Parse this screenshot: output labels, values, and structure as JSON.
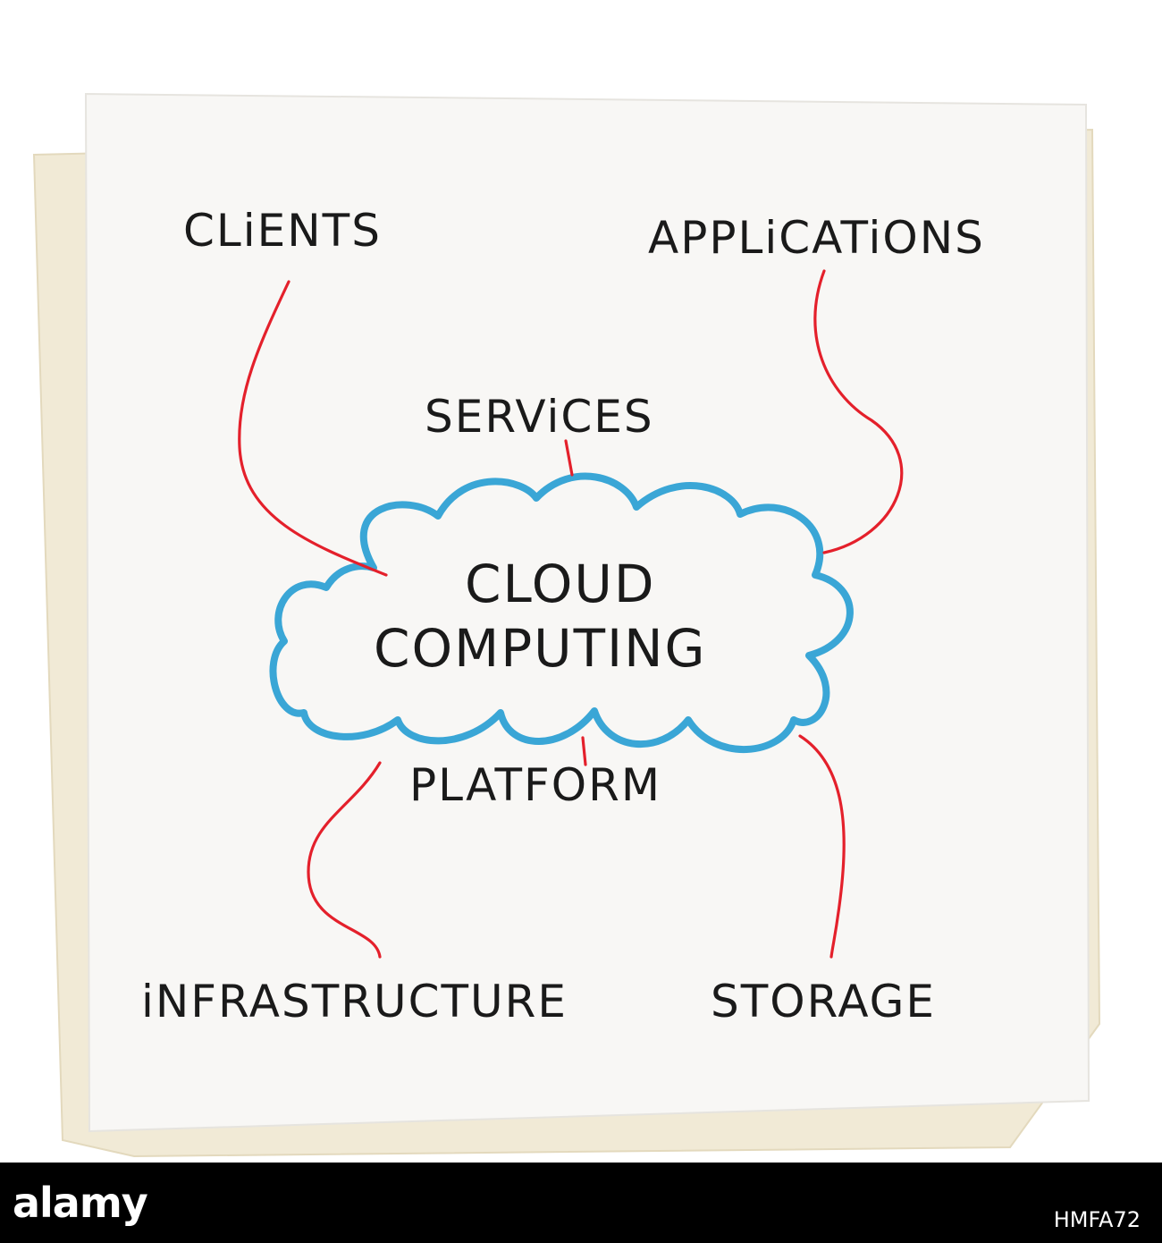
{
  "diagram": {
    "center": {
      "line1": "CLOUD",
      "line2": "COMPUTING"
    },
    "nodes": {
      "clients": "CLiENTS",
      "applications": "APPLiCATiONS",
      "services": "SERViCES",
      "platform": "PLATFORM",
      "infrastructure": "iNFRASTRUCTURE",
      "storage": "STORAGE"
    },
    "colors": {
      "cloud": "#3aa6d6",
      "connectors": "#e4202b",
      "ink": "#1a1a1a",
      "napkin": "#f8f7f5",
      "napkin_under": "#f1ead6"
    }
  },
  "watermark": {
    "brand": "alamy",
    "image_id": "HMFA72"
  }
}
